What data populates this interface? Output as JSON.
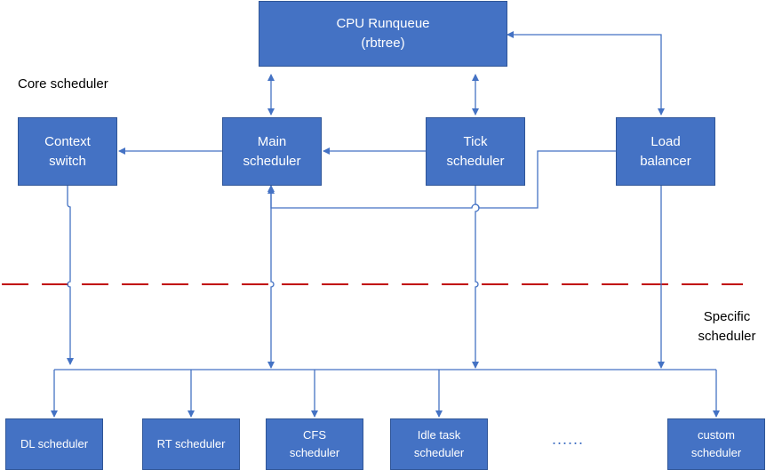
{
  "diagram": {
    "runqueue": {
      "line1": "CPU Runqueue",
      "line2": "(rbtree)"
    },
    "core_scheduler_label": "Core scheduler",
    "specific_scheduler_label": {
      "line1": "Specific",
      "line2": "scheduler"
    },
    "core_boxes": {
      "context_switch": {
        "line1": "Context",
        "line2": "switch"
      },
      "main_scheduler": {
        "line1": "Main",
        "line2": "scheduler"
      },
      "tick_scheduler": {
        "line1": "Tick",
        "line2": "scheduler"
      },
      "load_balancer": {
        "line1": "Load",
        "line2": "balancer"
      }
    },
    "specific_boxes": {
      "dl": {
        "line1": "DL scheduler"
      },
      "rt": {
        "line1": "RT scheduler"
      },
      "cfs": {
        "line1": "CFS",
        "line2": "scheduler"
      },
      "idle": {
        "line1": "Idle task",
        "line2": "scheduler"
      },
      "custom": {
        "line1": "custom",
        "line2": "scheduler"
      }
    },
    "ellipsis": "......",
    "colors": {
      "box_fill": "#4472c4",
      "box_border": "#2f5597",
      "connector": "#4472c4",
      "divider": "#c00000"
    }
  }
}
